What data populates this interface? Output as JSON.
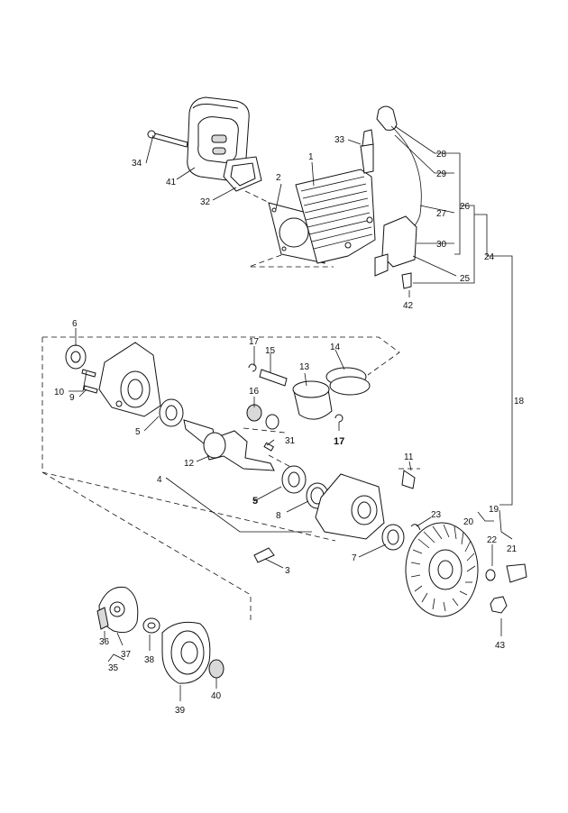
{
  "diagram": {
    "labels": {
      "p1": "1",
      "p2": "2",
      "p3": "3",
      "p4": "4",
      "p5a": "5",
      "p5b": "5",
      "p6": "6",
      "p7": "7",
      "p8": "8",
      "p9": "9",
      "p10": "10",
      "p11": "11",
      "p12": "12",
      "p13": "13",
      "p14": "14",
      "p15": "15",
      "p16": "16",
      "p17a": "17",
      "p17b": "17",
      "p18": "18",
      "p19": "19",
      "p20": "20",
      "p21": "21",
      "p22": "22",
      "p23": "23",
      "p24": "24",
      "p25": "25",
      "p26": "26",
      "p27": "27",
      "p28": "28",
      "p29": "29",
      "p30": "30",
      "p31": "31",
      "p32": "32",
      "p33": "33",
      "p34": "34",
      "p35": "35",
      "p36": "36",
      "p37": "37",
      "p38": "38",
      "p39": "39",
      "p40": "40",
      "p41": "41",
      "p42": "42",
      "p43": "43"
    }
  }
}
